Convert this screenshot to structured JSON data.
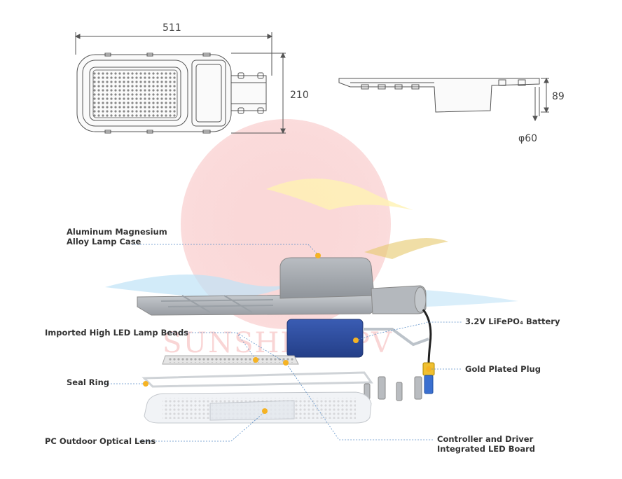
{
  "dimensions": {
    "width": "511",
    "height": "210",
    "depth": "89",
    "pole_diameter": "φ60"
  },
  "watermark": "SUNSHINE PV",
  "labels": {
    "case_line1": "Aluminum Magnesium",
    "case_line2": "Alloy Lamp Case",
    "beads": "Imported High LED Lamp Beads",
    "seal": "Seal Ring",
    "lens": "PC Outdoor Optical Lens",
    "battery": "3.2V LiFePO₄ Battery",
    "plug": "Gold Plated Plug",
    "controller_line1": "Controller and Driver",
    "controller_line2": "Integrated LED Board"
  },
  "colors": {
    "accent_dot": "#f5b324",
    "leader": "#5b8fc7",
    "battery": "#2f4fa0"
  }
}
